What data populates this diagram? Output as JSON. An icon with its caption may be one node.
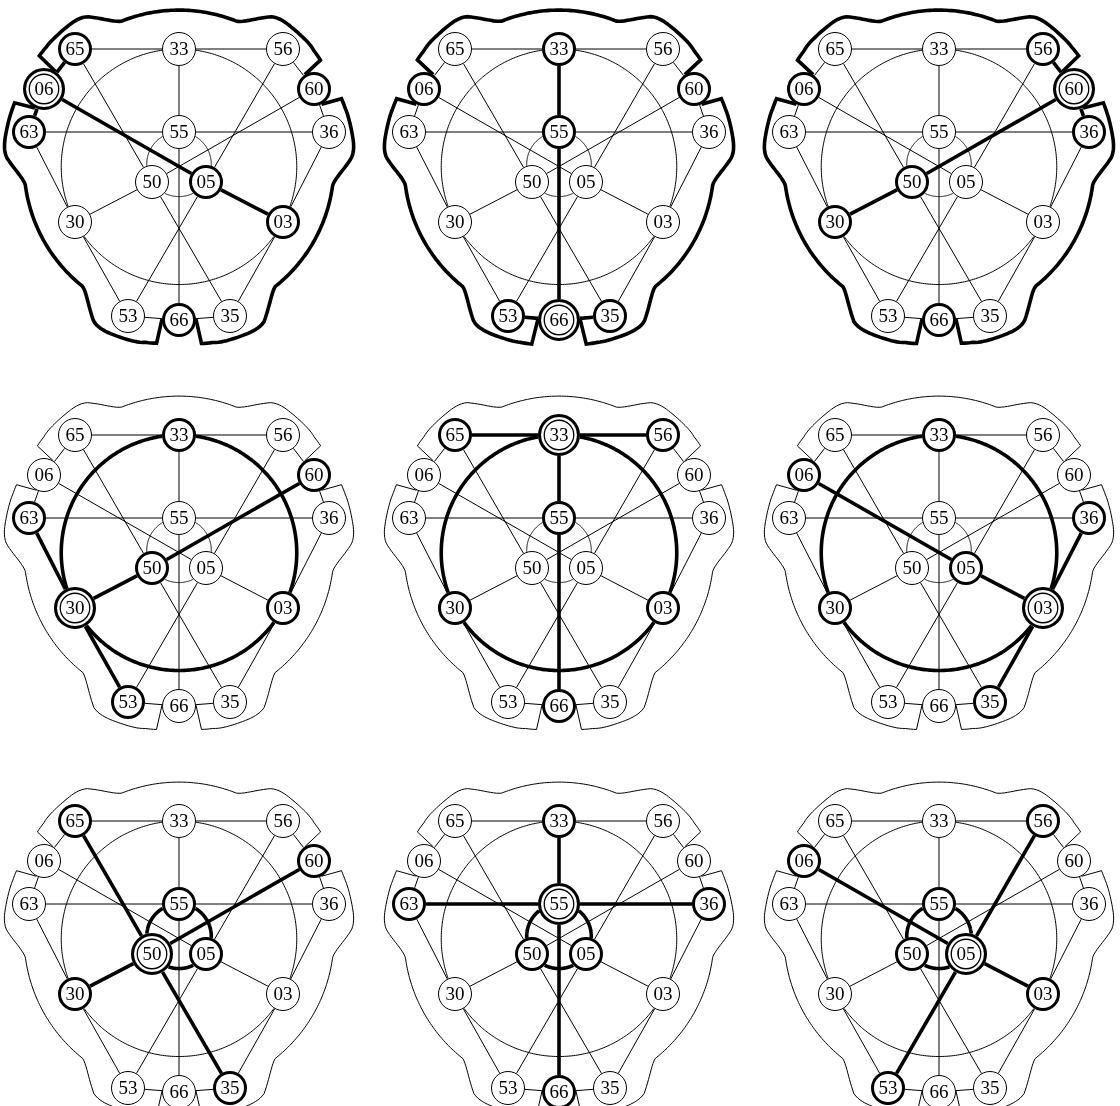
{
  "diagram": {
    "nodes": [
      {
        "text": [
          "65"
        ]
      },
      {
        "text": [
          "33"
        ]
      },
      {
        "text": [
          "56"
        ]
      },
      {
        "text": [
          "06"
        ]
      },
      {
        "text": [
          "60"
        ]
      },
      {
        "text": [
          "63"
        ]
      },
      {
        "text": [
          "55"
        ]
      },
      {
        "text": [
          "36"
        ]
      },
      {
        "text": [
          "50"
        ]
      },
      {
        "text": [
          "05"
        ]
      },
      {
        "text": [
          "30"
        ]
      },
      {
        "text": [
          "03"
        ]
      },
      {
        "text": [
          "53"
        ]
      },
      {
        "text": [
          "66"
        ]
      },
      {
        "text": [
          "35"
        ]
      },
      {
        "text": [
          "65"
        ]
      },
      {
        "text": [
          "33"
        ]
      },
      {
        "text": [
          "56"
        ]
      },
      {
        "text": [
          "06"
        ]
      },
      {
        "text": [
          "60"
        ]
      },
      {
        "text": [
          "63"
        ]
      },
      {
        "text": [
          "55"
        ]
      },
      {
        "text": [
          "36"
        ]
      },
      {
        "text": [
          "50"
        ]
      },
      {
        "text": [
          "05"
        ]
      },
      {
        "text": [
          "30"
        ]
      },
      {
        "text": [
          "03"
        ]
      },
      {
        "text": [
          "53"
        ]
      },
      {
        "text": [
          "66"
        ]
      },
      {
        "text": [
          "35"
        ]
      },
      {
        "text": [
          "65"
        ]
      },
      {
        "text": [
          "33"
        ]
      },
      {
        "text": [
          "56"
        ]
      },
      {
        "text": [
          "06"
        ]
      },
      {
        "text": [
          "60"
        ]
      },
      {
        "text": [
          "63"
        ]
      },
      {
        "text": [
          "55"
        ]
      },
      {
        "text": [
          "36"
        ]
      },
      {
        "text": [
          "50"
        ]
      },
      {
        "text": [
          "05"
        ]
      },
      {
        "text": [
          "30"
        ]
      },
      {
        "text": [
          "03"
        ]
      },
      {
        "text": [
          "53"
        ]
      },
      {
        "text": [
          "66"
        ]
      },
      {
        "text": [
          "35"
        ]
      },
      {
        "text": [
          "65"
        ]
      },
      {
        "text": [
          "33"
        ]
      },
      {
        "text": [
          "56"
        ]
      },
      {
        "text": [
          "06"
        ]
      },
      {
        "text": [
          "60"
        ]
      },
      {
        "text": [
          "63"
        ]
      },
      {
        "text": [
          "55"
        ]
      },
      {
        "text": [
          "36"
        ]
      },
      {
        "text": [
          "50"
        ]
      },
      {
        "text": [
          "05"
        ]
      },
      {
        "text": [
          "30"
        ]
      },
      {
        "text": [
          "03"
        ]
      },
      {
        "text": [
          "53"
        ]
      },
      {
        "text": [
          "66"
        ]
      },
      {
        "text": [
          "35"
        ]
      },
      {
        "text": [
          "65"
        ]
      },
      {
        "text": [
          "33"
        ]
      },
      {
        "text": [
          "56"
        ]
      },
      {
        "text": [
          "06"
        ]
      },
      {
        "text": [
          "60"
        ]
      },
      {
        "text": [
          "63"
        ]
      },
      {
        "text": [
          "55"
        ]
      },
      {
        "text": [
          "36"
        ]
      },
      {
        "text": [
          "50"
        ]
      },
      {
        "text": [
          "05"
        ]
      },
      {
        "text": [
          "30"
        ]
      },
      {
        "text": [
          "03"
        ]
      },
      {
        "text": [
          "53"
        ]
      },
      {
        "text": [
          "66"
        ]
      },
      {
        "text": [
          "35"
        ]
      },
      {
        "text": [
          "65"
        ]
      },
      {
        "text": [
          "33"
        ]
      },
      {
        "text": [
          "56"
        ]
      },
      {
        "text": [
          "06"
        ]
      },
      {
        "text": [
          "60"
        ]
      },
      {
        "text": [
          "63"
        ]
      },
      {
        "text": [
          "55"
        ]
      },
      {
        "text": [
          "36"
        ]
      },
      {
        "text": [
          "50"
        ]
      },
      {
        "text": [
          "05"
        ]
      },
      {
        "text": [
          "30"
        ]
      },
      {
        "text": [
          "03"
        ]
      },
      {
        "text": [
          "53"
        ]
      },
      {
        "text": [
          "66"
        ]
      },
      {
        "text": [
          "35"
        ]
      },
      {
        "text": [
          "65"
        ]
      },
      {
        "text": [
          "33"
        ]
      },
      {
        "text": [
          "56"
        ]
      },
      {
        "text": [
          "06"
        ]
      },
      {
        "text": [
          "60"
        ]
      },
      {
        "text": [
          "63"
        ]
      },
      {
        "text": [
          "55"
        ]
      },
      {
        "text": [
          "36"
        ]
      },
      {
        "text": [
          "50"
        ]
      },
      {
        "text": [
          "05"
        ]
      },
      {
        "text": [
          "30"
        ]
      },
      {
        "text": [
          "03"
        ]
      },
      {
        "text": [
          "53"
        ]
      },
      {
        "text": [
          "66"
        ]
      },
      {
        "text": [
          "35"
        ]
      },
      {
        "text": [
          "65"
        ]
      },
      {
        "text": [
          "33"
        ]
      },
      {
        "text": [
          "56"
        ]
      },
      {
        "text": [
          "06"
        ]
      },
      {
        "text": [
          "60"
        ]
      },
      {
        "text": [
          "63"
        ]
      },
      {
        "text": [
          "55"
        ]
      },
      {
        "text": [
          "36"
        ]
      },
      {
        "text": [
          "50"
        ]
      },
      {
        "text": [
          "05"
        ]
      },
      {
        "text": [
          "30"
        ]
      },
      {
        "text": [
          "03"
        ]
      },
      {
        "text": [
          "53"
        ]
      },
      {
        "text": [
          "66"
        ]
      },
      {
        "text": [
          "35"
        ]
      },
      {
        "text": [
          "65"
        ]
      },
      {
        "text": [
          "33"
        ]
      },
      {
        "text": [
          "56"
        ]
      },
      {
        "text": [
          "06"
        ]
      },
      {
        "text": [
          "60"
        ]
      },
      {
        "text": [
          "63"
        ]
      },
      {
        "text": [
          "55"
        ]
      },
      {
        "text": [
          "36"
        ]
      },
      {
        "text": [
          "50"
        ]
      },
      {
        "text": [
          "05"
        ]
      },
      {
        "text": [
          "30"
        ]
      },
      {
        "text": [
          "03"
        ]
      },
      {
        "text": [
          "53"
        ]
      },
      {
        "text": [
          "66"
        ]
      },
      {
        "text": [
          "35"
        ]
      }
    ],
    "edges": [
      {
        "from": 3,
        "to": 9,
        "arrow": "none",
        "style": "thick"
      },
      {
        "from": 9,
        "to": 11,
        "arrow": "none",
        "style": "thick"
      },
      {
        "from": 0,
        "to": 3,
        "arrow": "none",
        "style": "thick"
      },
      {
        "from": 3,
        "to": 5,
        "arrow": "none",
        "style": "thick"
      },
      {
        "from": 3,
        "to": 4,
        "arrow": "none",
        "style": "thick"
      },
      {
        "from": 4,
        "to": 13,
        "arrow": "none",
        "style": "thick"
      },
      {
        "from": 13,
        "to": 3,
        "arrow": "none",
        "style": "thick"
      },
      {
        "from": 1,
        "to": 6,
        "arrow": "none"
      },
      {
        "from": 6,
        "to": 13,
        "arrow": "none"
      },
      {
        "from": 12,
        "to": 13,
        "arrow": "none"
      },
      {
        "from": 13,
        "to": 14,
        "arrow": "none"
      },
      {
        "from": 4,
        "to": 8,
        "arrow": "none"
      },
      {
        "from": 8,
        "to": 10,
        "arrow": "none"
      },
      {
        "from": 2,
        "to": 4,
        "arrow": "none"
      },
      {
        "from": 4,
        "to": 7,
        "arrow": "none"
      },
      {
        "from": 1,
        "to": 11,
        "arrow": "none"
      },
      {
        "from": 11,
        "to": 10,
        "arrow": "none"
      },
      {
        "from": 10,
        "to": 1,
        "arrow": "none"
      },
      {
        "from": 5,
        "to": 10,
        "arrow": "none"
      },
      {
        "from": 10,
        "to": 12,
        "arrow": "none"
      },
      {
        "from": 0,
        "to": 1,
        "arrow": "none"
      },
      {
        "from": 1,
        "to": 2,
        "arrow": "none"
      },
      {
        "from": 7,
        "to": 11,
        "arrow": "none"
      },
      {
        "from": 11,
        "to": 14,
        "arrow": "none"
      },
      {
        "from": 0,
        "to": 8,
        "arrow": "none"
      },
      {
        "from": 8,
        "to": 14,
        "arrow": "none"
      },
      {
        "from": 6,
        "to": 9,
        "arrow": "none"
      },
      {
        "from": 9,
        "to": 8,
        "arrow": "none"
      },
      {
        "from": 8,
        "to": 6,
        "arrow": "none"
      },
      {
        "from": 5,
        "to": 6,
        "arrow": "none"
      },
      {
        "from": 6,
        "to": 7,
        "arrow": "none"
      },
      {
        "from": 2,
        "to": 9,
        "arrow": "none"
      },
      {
        "from": 9,
        "to": 12,
        "arrow": "none"
      },
      {
        "from": 18,
        "to": 24,
        "arrow": "none"
      },
      {
        "from": 24,
        "to": 26,
        "arrow": "none"
      },
      {
        "from": 15,
        "to": 18,
        "arrow": "none"
      },
      {
        "from": 18,
        "to": 20,
        "arrow": "none"
      },
      {
        "from": 18,
        "to": 19,
        "arrow": "none",
        "style": "thick"
      },
      {
        "from": 19,
        "to": 28,
        "arrow": "none",
        "style": "thick"
      },
      {
        "from": 28,
        "to": 18,
        "arrow": "none",
        "style": "thick"
      },
      {
        "from": 16,
        "to": 21,
        "arrow": "none",
        "style": "thick"
      },
      {
        "from": 21,
        "to": 28,
        "arrow": "none",
        "style": "thick"
      },
      {
        "from": 27,
        "to": 28,
        "arrow": "none",
        "style": "thick"
      },
      {
        "from": 28,
        "to": 29,
        "arrow": "none",
        "style": "thick"
      },
      {
        "from": 19,
        "to": 23,
        "arrow": "none"
      },
      {
        "from": 23,
        "to": 25,
        "arrow": "none"
      },
      {
        "from": 17,
        "to": 19,
        "arrow": "none"
      },
      {
        "from": 19,
        "to": 22,
        "arrow": "none"
      },
      {
        "from": 16,
        "to": 26,
        "arrow": "none"
      },
      {
        "from": 26,
        "to": 25,
        "arrow": "none"
      },
      {
        "from": 25,
        "to": 16,
        "arrow": "none"
      },
      {
        "from": 20,
        "to": 25,
        "arrow": "none"
      },
      {
        "from": 25,
        "to": 27,
        "arrow": "none"
      },
      {
        "from": 15,
        "to": 16,
        "arrow": "none"
      },
      {
        "from": 16,
        "to": 17,
        "arrow": "none"
      },
      {
        "from": 22,
        "to": 26,
        "arrow": "none"
      },
      {
        "from": 26,
        "to": 29,
        "arrow": "none"
      },
      {
        "from": 15,
        "to": 23,
        "arrow": "none"
      },
      {
        "from": 23,
        "to": 29,
        "arrow": "none"
      },
      {
        "from": 21,
        "to": 24,
        "arrow": "none"
      },
      {
        "from": 24,
        "to": 23,
        "arrow": "none"
      },
      {
        "from": 23,
        "to": 21,
        "arrow": "none"
      },
      {
        "from": 20,
        "to": 21,
        "arrow": "none"
      },
      {
        "from": 21,
        "to": 22,
        "arrow": "none"
      },
      {
        "from": 17,
        "to": 24,
        "arrow": "none"
      },
      {
        "from": 24,
        "to": 27,
        "arrow": "none"
      },
      {
        "from": 33,
        "to": 39,
        "arrow": "none"
      },
      {
        "from": 39,
        "to": 41,
        "arrow": "none"
      },
      {
        "from": 30,
        "to": 33,
        "arrow": "none"
      },
      {
        "from": 33,
        "to": 35,
        "arrow": "none"
      },
      {
        "from": 33,
        "to": 34,
        "arrow": "none",
        "style": "thick"
      },
      {
        "from": 34,
        "to": 43,
        "arrow": "none",
        "style": "thick"
      },
      {
        "from": 43,
        "to": 33,
        "arrow": "none",
        "style": "thick"
      },
      {
        "from": 31,
        "to": 36,
        "arrow": "none"
      },
      {
        "from": 36,
        "to": 43,
        "arrow": "none"
      },
      {
        "from": 42,
        "to": 43,
        "arrow": "none"
      },
      {
        "from": 43,
        "to": 44,
        "arrow": "none"
      },
      {
        "from": 34,
        "to": 38,
        "arrow": "none",
        "style": "thick"
      },
      {
        "from": 38,
        "to": 40,
        "arrow": "none",
        "style": "thick"
      },
      {
        "from": 32,
        "to": 34,
        "arrow": "none",
        "style": "thick"
      },
      {
        "from": 34,
        "to": 37,
        "arrow": "none",
        "style": "thick"
      },
      {
        "from": 31,
        "to": 41,
        "arrow": "none"
      },
      {
        "from": 41,
        "to": 40,
        "arrow": "none"
      },
      {
        "from": 40,
        "to": 31,
        "arrow": "none"
      },
      {
        "from": 35,
        "to": 40,
        "arrow": "none"
      },
      {
        "from": 40,
        "to": 42,
        "arrow": "none"
      },
      {
        "from": 30,
        "to": 31,
        "arrow": "none"
      },
      {
        "from": 31,
        "to": 32,
        "arrow": "none"
      },
      {
        "from": 37,
        "to": 41,
        "arrow": "none"
      },
      {
        "from": 41,
        "to": 44,
        "arrow": "none"
      },
      {
        "from": 30,
        "to": 38,
        "arrow": "none"
      },
      {
        "from": 38,
        "to": 44,
        "arrow": "none"
      },
      {
        "from": 36,
        "to": 39,
        "arrow": "none"
      },
      {
        "from": 39,
        "to": 38,
        "arrow": "none"
      },
      {
        "from": 38,
        "to": 36,
        "arrow": "none"
      },
      {
        "from": 35,
        "to": 36,
        "arrow": "none"
      },
      {
        "from": 36,
        "to": 37,
        "arrow": "none"
      },
      {
        "from": 32,
        "to": 39,
        "arrow": "none"
      },
      {
        "from": 39,
        "to": 42,
        "arrow": "none"
      },
      {
        "from": 48,
        "to": 54,
        "arrow": "none"
      },
      {
        "from": 54,
        "to": 56,
        "arrow": "none"
      },
      {
        "from": 45,
        "to": 48,
        "arrow": "none"
      },
      {
        "from": 48,
        "to": 50,
        "arrow": "none"
      },
      {
        "from": 48,
        "to": 49,
        "arrow": "none"
      },
      {
        "from": 49,
        "to": 58,
        "arrow": "none"
      },
      {
        "from": 58,
        "to": 48,
        "arrow": "none"
      },
      {
        "from": 46,
        "to": 51,
        "arrow": "none"
      },
      {
        "from": 51,
        "to": 58,
        "arrow": "none"
      },
      {
        "from": 57,
        "to": 58,
        "arrow": "none"
      },
      {
        "from": 58,
        "to": 59,
        "arrow": "none"
      },
      {
        "from": 49,
        "to": 53,
        "arrow": "none",
        "style": "thick"
      },
      {
        "from": 53,
        "to": 55,
        "arrow": "none",
        "style": "thick"
      },
      {
        "from": 47,
        "to": 49,
        "arrow": "none"
      },
      {
        "from": 49,
        "to": 52,
        "arrow": "none"
      },
      {
        "from": 46,
        "to": 56,
        "arrow": "none",
        "style": "thick"
      },
      {
        "from": 56,
        "to": 55,
        "arrow": "none",
        "style": "thick"
      },
      {
        "from": 55,
        "to": 46,
        "arrow": "none",
        "style": "thick"
      },
      {
        "from": 50,
        "to": 55,
        "arrow": "none",
        "style": "thick"
      },
      {
        "from": 55,
        "to": 57,
        "arrow": "none",
        "style": "thick"
      },
      {
        "from": 45,
        "to": 46,
        "arrow": "none"
      },
      {
        "from": 46,
        "to": 47,
        "arrow": "none"
      },
      {
        "from": 52,
        "to": 56,
        "arrow": "none"
      },
      {
        "from": 56,
        "to": 59,
        "arrow": "none"
      },
      {
        "from": 45,
        "to": 53,
        "arrow": "none"
      },
      {
        "from": 53,
        "to": 59,
        "arrow": "none"
      },
      {
        "from": 51,
        "to": 54,
        "arrow": "none"
      },
      {
        "from": 54,
        "to": 53,
        "arrow": "none"
      },
      {
        "from": 53,
        "to": 51,
        "arrow": "none"
      },
      {
        "from": 50,
        "to": 51,
        "arrow": "none"
      },
      {
        "from": 51,
        "to": 52,
        "arrow": "none"
      },
      {
        "from": 47,
        "to": 54,
        "arrow": "none"
      },
      {
        "from": 54,
        "to": 57,
        "arrow": "none"
      },
      {
        "from": 63,
        "to": 69,
        "arrow": "none"
      },
      {
        "from": 69,
        "to": 71,
        "arrow": "none"
      },
      {
        "from": 60,
        "to": 63,
        "arrow": "none"
      },
      {
        "from": 63,
        "to": 65,
        "arrow": "none"
      },
      {
        "from": 63,
        "to": 64,
        "arrow": "none"
      },
      {
        "from": 64,
        "to": 73,
        "arrow": "none"
      },
      {
        "from": 73,
        "to": 63,
        "arrow": "none"
      },
      {
        "from": 61,
        "to": 66,
        "arrow": "none",
        "style": "thick"
      },
      {
        "from": 66,
        "to": 73,
        "arrow": "none",
        "style": "thick"
      },
      {
        "from": 72,
        "to": 73,
        "arrow": "none"
      },
      {
        "from": 73,
        "to": 74,
        "arrow": "none"
      },
      {
        "from": 64,
        "to": 68,
        "arrow": "none"
      },
      {
        "from": 68,
        "to": 70,
        "arrow": "none"
      },
      {
        "from": 62,
        "to": 64,
        "arrow": "none"
      },
      {
        "from": 64,
        "to": 67,
        "arrow": "none"
      },
      {
        "from": 61,
        "to": 71,
        "arrow": "none",
        "style": "thick"
      },
      {
        "from": 71,
        "to": 70,
        "arrow": "none",
        "style": "thick"
      },
      {
        "from": 70,
        "to": 61,
        "arrow": "none",
        "style": "thick"
      },
      {
        "from": 65,
        "to": 70,
        "arrow": "none"
      },
      {
        "from": 70,
        "to": 72,
        "arrow": "none"
      },
      {
        "from": 60,
        "to": 61,
        "arrow": "none",
        "style": "thick"
      },
      {
        "from": 61,
        "to": 62,
        "arrow": "none",
        "style": "thick"
      },
      {
        "from": 67,
        "to": 71,
        "arrow": "none"
      },
      {
        "from": 71,
        "to": 74,
        "arrow": "none"
      },
      {
        "from": 60,
        "to": 68,
        "arrow": "none"
      },
      {
        "from": 68,
        "to": 74,
        "arrow": "none"
      },
      {
        "from": 66,
        "to": 69,
        "arrow": "none"
      },
      {
        "from": 69,
        "to": 68,
        "arrow": "none"
      },
      {
        "from": 68,
        "to": 66,
        "arrow": "none"
      },
      {
        "from": 65,
        "to": 66,
        "arrow": "none"
      },
      {
        "from": 66,
        "to": 67,
        "arrow": "none"
      },
      {
        "from": 62,
        "to": 69,
        "arrow": "none"
      },
      {
        "from": 69,
        "to": 72,
        "arrow": "none"
      },
      {
        "from": 78,
        "to": 84,
        "arrow": "none",
        "style": "thick"
      },
      {
        "from": 84,
        "to": 86,
        "arrow": "none",
        "style": "thick"
      },
      {
        "from": 75,
        "to": 78,
        "arrow": "none"
      },
      {
        "from": 78,
        "to": 80,
        "arrow": "none"
      },
      {
        "from": 78,
        "to": 79,
        "arrow": "none"
      },
      {
        "from": 79,
        "to": 88,
        "arrow": "none"
      },
      {
        "from": 88,
        "to": 78,
        "arrow": "none"
      },
      {
        "from": 76,
        "to": 81,
        "arrow": "none"
      },
      {
        "from": 81,
        "to": 88,
        "arrow": "none"
      },
      {
        "from": 87,
        "to": 88,
        "arrow": "none"
      },
      {
        "from": 88,
        "to": 89,
        "arrow": "none"
      },
      {
        "from": 79,
        "to": 83,
        "arrow": "none"
      },
      {
        "from": 83,
        "to": 85,
        "arrow": "none"
      },
      {
        "from": 77,
        "to": 79,
        "arrow": "none"
      },
      {
        "from": 79,
        "to": 82,
        "arrow": "none"
      },
      {
        "from": 76,
        "to": 86,
        "arrow": "none",
        "style": "thick"
      },
      {
        "from": 86,
        "to": 85,
        "arrow": "none",
        "style": "thick"
      },
      {
        "from": 85,
        "to": 76,
        "arrow": "none",
        "style": "thick"
      },
      {
        "from": 80,
        "to": 85,
        "arrow": "none"
      },
      {
        "from": 85,
        "to": 87,
        "arrow": "none"
      },
      {
        "from": 75,
        "to": 76,
        "arrow": "none"
      },
      {
        "from": 76,
        "to": 77,
        "arrow": "none"
      },
      {
        "from": 82,
        "to": 86,
        "arrow": "none",
        "style": "thick"
      },
      {
        "from": 86,
        "to": 89,
        "arrow": "none",
        "style": "thick"
      },
      {
        "from": 75,
        "to": 83,
        "arrow": "none"
      },
      {
        "from": 83,
        "to": 89,
        "arrow": "none"
      },
      {
        "from": 81,
        "to": 84,
        "arrow": "none"
      },
      {
        "from": 84,
        "to": 83,
        "arrow": "none"
      },
      {
        "from": 83,
        "to": 81,
        "arrow": "none"
      },
      {
        "from": 80,
        "to": 81,
        "arrow": "none"
      },
      {
        "from": 81,
        "to": 82,
        "arrow": "none"
      },
      {
        "from": 77,
        "to": 84,
        "arrow": "none"
      },
      {
        "from": 84,
        "to": 87,
        "arrow": "none"
      },
      {
        "from": 93,
        "to": 99,
        "arrow": "none"
      },
      {
        "from": 99,
        "to": 101,
        "arrow": "none"
      },
      {
        "from": 90,
        "to": 93,
        "arrow": "none"
      },
      {
        "from": 93,
        "to": 95,
        "arrow": "none"
      },
      {
        "from": 93,
        "to": 94,
        "arrow": "none"
      },
      {
        "from": 94,
        "to": 103,
        "arrow": "none"
      },
      {
        "from": 103,
        "to": 93,
        "arrow": "none"
      },
      {
        "from": 91,
        "to": 96,
        "arrow": "none"
      },
      {
        "from": 96,
        "to": 103,
        "arrow": "none"
      },
      {
        "from": 102,
        "to": 103,
        "arrow": "none"
      },
      {
        "from": 103,
        "to": 104,
        "arrow": "none"
      },
      {
        "from": 94,
        "to": 98,
        "arrow": "none",
        "style": "thick"
      },
      {
        "from": 98,
        "to": 100,
        "arrow": "none",
        "style": "thick"
      },
      {
        "from": 92,
        "to": 94,
        "arrow": "none"
      },
      {
        "from": 94,
        "to": 97,
        "arrow": "none"
      },
      {
        "from": 91,
        "to": 101,
        "arrow": "none"
      },
      {
        "from": 101,
        "to": 100,
        "arrow": "none"
      },
      {
        "from": 100,
        "to": 91,
        "arrow": "none"
      },
      {
        "from": 95,
        "to": 100,
        "arrow": "none"
      },
      {
        "from": 100,
        "to": 102,
        "arrow": "none"
      },
      {
        "from": 90,
        "to": 91,
        "arrow": "none"
      },
      {
        "from": 91,
        "to": 92,
        "arrow": "none"
      },
      {
        "from": 97,
        "to": 101,
        "arrow": "none"
      },
      {
        "from": 101,
        "to": 104,
        "arrow": "none"
      },
      {
        "from": 90,
        "to": 98,
        "arrow": "none",
        "style": "thick"
      },
      {
        "from": 98,
        "to": 104,
        "arrow": "none",
        "style": "thick"
      },
      {
        "from": 96,
        "to": 99,
        "arrow": "none",
        "style": "thick"
      },
      {
        "from": 99,
        "to": 98,
        "arrow": "none",
        "style": "thick"
      },
      {
        "from": 98,
        "to": 96,
        "arrow": "none",
        "style": "thick"
      },
      {
        "from": 95,
        "to": 96,
        "arrow": "none"
      },
      {
        "from": 96,
        "to": 97,
        "arrow": "none"
      },
      {
        "from": 92,
        "to": 99,
        "arrow": "none"
      },
      {
        "from": 99,
        "to": 102,
        "arrow": "none"
      },
      {
        "from": 108,
        "to": 114,
        "arrow": "none"
      },
      {
        "from": 114,
        "to": 116,
        "arrow": "none"
      },
      {
        "from": 105,
        "to": 108,
        "arrow": "none"
      },
      {
        "from": 108,
        "to": 110,
        "arrow": "none"
      },
      {
        "from": 108,
        "to": 109,
        "arrow": "none"
      },
      {
        "from": 109,
        "to": 118,
        "arrow": "none"
      },
      {
        "from": 118,
        "to": 108,
        "arrow": "none"
      },
      {
        "from": 106,
        "to": 111,
        "arrow": "none",
        "style": "thick"
      },
      {
        "from": 111,
        "to": 118,
        "arrow": "none",
        "style": "thick"
      },
      {
        "from": 117,
        "to": 118,
        "arrow": "none"
      },
      {
        "from": 118,
        "to": 119,
        "arrow": "none"
      },
      {
        "from": 109,
        "to": 113,
        "arrow": "none"
      },
      {
        "from": 113,
        "to": 115,
        "arrow": "none"
      },
      {
        "from": 107,
        "to": 109,
        "arrow": "none"
      },
      {
        "from": 109,
        "to": 112,
        "arrow": "none"
      },
      {
        "from": 106,
        "to": 116,
        "arrow": "none"
      },
      {
        "from": 116,
        "to": 115,
        "arrow": "none"
      },
      {
        "from": 115,
        "to": 106,
        "arrow": "none"
      },
      {
        "from": 110,
        "to": 115,
        "arrow": "none"
      },
      {
        "from": 115,
        "to": 117,
        "arrow": "none"
      },
      {
        "from": 105,
        "to": 106,
        "arrow": "none"
      },
      {
        "from": 106,
        "to": 107,
        "arrow": "none"
      },
      {
        "from": 112,
        "to": 116,
        "arrow": "none"
      },
      {
        "from": 116,
        "to": 119,
        "arrow": "none"
      },
      {
        "from": 105,
        "to": 113,
        "arrow": "none"
      },
      {
        "from": 113,
        "to": 119,
        "arrow": "none"
      },
      {
        "from": 111,
        "to": 114,
        "arrow": "none",
        "style": "thick"
      },
      {
        "from": 114,
        "to": 113,
        "arrow": "none",
        "style": "thick"
      },
      {
        "from": 113,
        "to": 111,
        "arrow": "none",
        "style": "thick"
      },
      {
        "from": 110,
        "to": 111,
        "arrow": "none",
        "style": "thick"
      },
      {
        "from": 111,
        "to": 112,
        "arrow": "none",
        "style": "thick"
      },
      {
        "from": 107,
        "to": 114,
        "arrow": "none"
      },
      {
        "from": 114,
        "to": 117,
        "arrow": "none"
      },
      {
        "from": 123,
        "to": 129,
        "arrow": "none",
        "style": "thick"
      },
      {
        "from": 129,
        "to": 131,
        "arrow": "none",
        "style": "thick"
      },
      {
        "from": 120,
        "to": 123,
        "arrow": "none"
      },
      {
        "from": 123,
        "to": 125,
        "arrow": "none"
      },
      {
        "from": 123,
        "to": 124,
        "arrow": "none"
      },
      {
        "from": 124,
        "to": 133,
        "arrow": "none"
      },
      {
        "from": 133,
        "to": 123,
        "arrow": "none"
      },
      {
        "from": 121,
        "to": 126,
        "arrow": "none"
      },
      {
        "from": 126,
        "to": 133,
        "arrow": "none"
      },
      {
        "from": 132,
        "to": 133,
        "arrow": "none"
      },
      {
        "from": 133,
        "to": 134,
        "arrow": "none"
      },
      {
        "from": 124,
        "to": 128,
        "arrow": "none"
      },
      {
        "from": 128,
        "to": 130,
        "arrow": "none"
      },
      {
        "from": 122,
        "to": 124,
        "arrow": "none"
      },
      {
        "from": 124,
        "to": 127,
        "arrow": "none"
      },
      {
        "from": 121,
        "to": 131,
        "arrow": "none"
      },
      {
        "from": 131,
        "to": 130,
        "arrow": "none"
      },
      {
        "from": 130,
        "to": 121,
        "arrow": "none"
      },
      {
        "from": 125,
        "to": 130,
        "arrow": "none"
      },
      {
        "from": 130,
        "to": 132,
        "arrow": "none"
      },
      {
        "from": 120,
        "to": 121,
        "arrow": "none"
      },
      {
        "from": 121,
        "to": 122,
        "arrow": "none"
      },
      {
        "from": 127,
        "to": 131,
        "arrow": "none"
      },
      {
        "from": 131,
        "to": 134,
        "arrow": "none"
      },
      {
        "from": 120,
        "to": 128,
        "arrow": "none"
      },
      {
        "from": 128,
        "to": 134,
        "arrow": "none"
      },
      {
        "from": 126,
        "to": 129,
        "arrow": "none",
        "style": "thick"
      },
      {
        "from": 129,
        "to": 128,
        "arrow": "none",
        "style": "thick"
      },
      {
        "from": 128,
        "to": 126,
        "arrow": "none",
        "style": "thick"
      },
      {
        "from": 125,
        "to": 126,
        "arrow": "none"
      },
      {
        "from": 126,
        "to": 127,
        "arrow": "none"
      },
      {
        "from": 122,
        "to": 129,
        "arrow": "none",
        "style": "thick"
      },
      {
        "from": 129,
        "to": 132,
        "arrow": "none",
        "style": "thick"
      }
    ]
  }
}
